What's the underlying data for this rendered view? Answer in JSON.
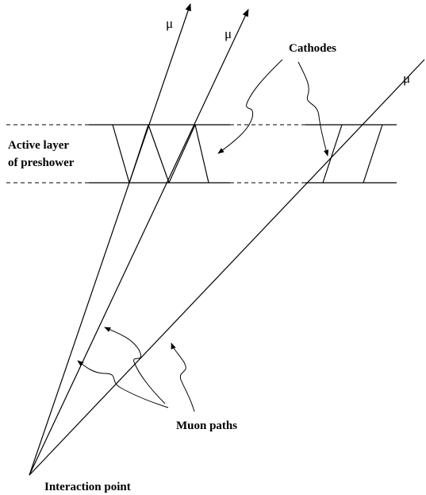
{
  "labels": {
    "mu1": "μ",
    "mu2": "μ",
    "mu3": "μ",
    "cathodes": "Cathodes",
    "active_line1": "Active layer",
    "active_line2": "of preshower",
    "muon_paths": "Muon paths",
    "interaction_point": "Interaction point"
  }
}
